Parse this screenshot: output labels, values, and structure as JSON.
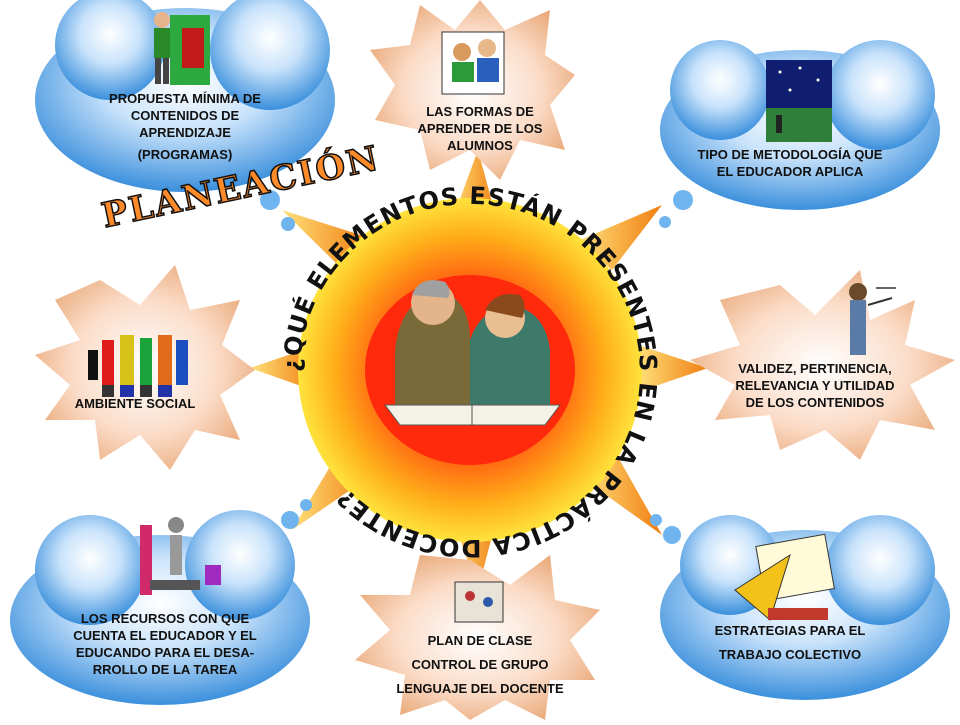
{
  "title": "PLANEACIÓN",
  "center_ring_text": "¿QUÉ ELEMENTOS ESTÁN PRESENTES EN LA PRÁCTICA DOCENTE?",
  "nodes": {
    "top_left": [
      "PROPUESTA MÍNIMA DE",
      "CONTENIDOS DE",
      "APRENDIZAJE",
      "(PROGRAMAS)"
    ],
    "top_center": [
      "LAS FORMAS DE",
      "APRENDER DE LOS",
      "ALUMNOS"
    ],
    "top_right": [
      "TIPO DE METODOLOGÍA QUE",
      "EL EDUCADOR APLICA"
    ],
    "middle_left": [
      "AMBIENTE SOCIAL"
    ],
    "middle_right": [
      "VALIDEZ, PERTINENCIA,",
      "RELEVANCIA Y UTILIDAD",
      "DE LOS CONTENIDOS"
    ],
    "bottom_left": [
      "LOS RECURSOS CON QUE",
      "CUENTA EL EDUCADOR Y EL",
      "EDUCANDO PARA EL DESA-",
      "RROLLO DE LA TAREA"
    ],
    "bottom_center": [
      "PLAN DE CLASE",
      "CONTROL DE GRUPO",
      "LENGUAJE DEL DOCENTE"
    ],
    "bottom_right": [
      "ESTRATEGIAS PARA EL",
      "TRABAJO COLECTIVO"
    ]
  },
  "colors": {
    "cloud": "#4da3e8",
    "burst": "#f3b08f",
    "center_outer": "#ffd23f",
    "center_inner": "#f03a10",
    "arrow": "#f59a1b",
    "title_fill": "#ff8a2a"
  }
}
